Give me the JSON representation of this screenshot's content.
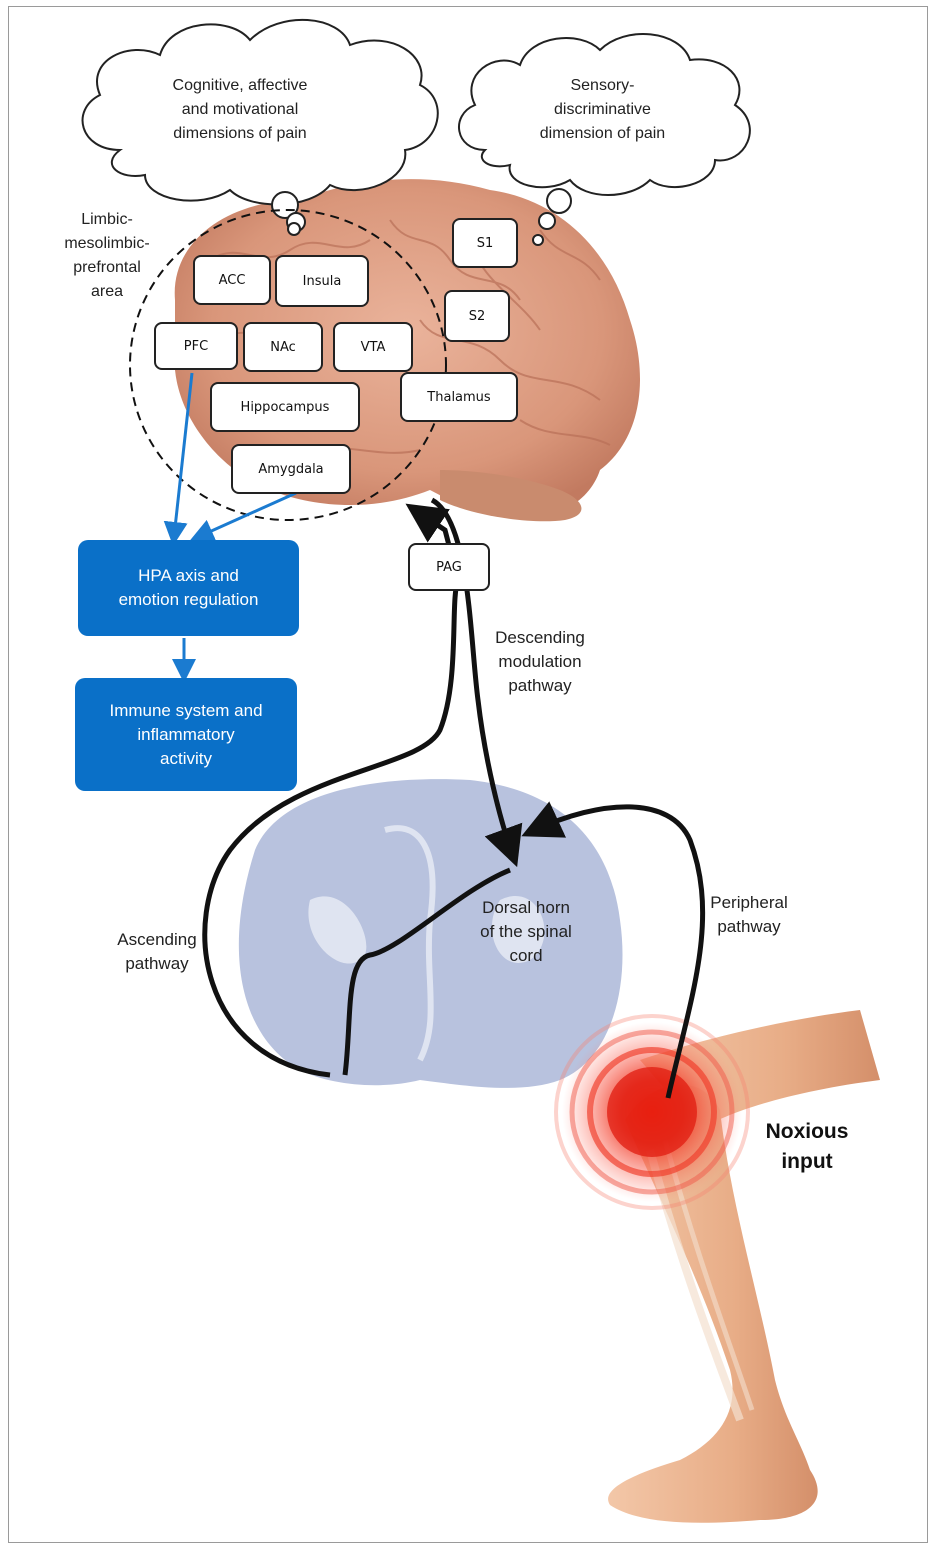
{
  "clouds": {
    "left": [
      "Cognitive, affective",
      "and motivational",
      "dimensions of pain"
    ],
    "right": [
      "Sensory-",
      "discriminative",
      "dimension of pain"
    ]
  },
  "limbic_label": [
    "Limbic-",
    "mesolimbic-",
    "prefrontal",
    "area"
  ],
  "regions": {
    "acc": "ACC",
    "insula": "Insula",
    "pfc": "PFC",
    "nac": "NAc",
    "vta": "VTA",
    "hippocampus": "Hippocampus",
    "amygdala": "Amygdala",
    "s1": "S1",
    "s2": "S2",
    "thalamus": "Thalamus",
    "pag": "PAG"
  },
  "blue_boxes": {
    "hpa": [
      "HPA axis and",
      "emotion regulation"
    ],
    "immune": [
      "Immune system and",
      "inflammatory",
      "activity"
    ]
  },
  "pathways": {
    "descending": [
      "Descending",
      "modulation",
      "pathway"
    ],
    "dorsal_horn": [
      "Dorsal horn",
      "of the spinal",
      "cord"
    ],
    "ascending": [
      "Ascending",
      "pathway"
    ],
    "peripheral": [
      "Peripheral",
      "pathway"
    ],
    "noxious": [
      "Noxious",
      "input"
    ]
  },
  "colors": {
    "blue": "#0a70c8",
    "arrow": "#111111",
    "blue_arrow": "#1b7bd0",
    "brain": "#e0a489",
    "spinal": "#b3bedc",
    "pain": "#e8261a"
  }
}
